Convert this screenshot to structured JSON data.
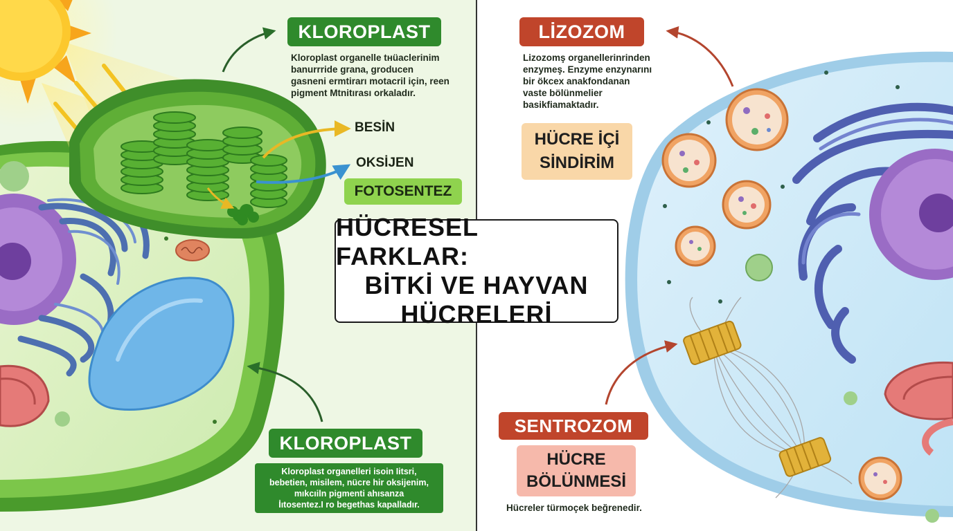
{
  "title": {
    "line1": "HÜCRESEL FARKLAR:",
    "line2": "BİTKİ VE HAYVAN",
    "line3": "HÜCRELERİ"
  },
  "plant": {
    "top_tag": "KLOROPLAST",
    "top_desc": [
      "Kloroplast organelle tнüaclerinim",
      "banurrride grana, groducen",
      "gasneni ermtirarı motacril için, reen",
      "pigment Mtnitırası orkaladır."
    ],
    "besin": "BESİN",
    "oksijen": "OKSİJEN",
    "fotosentez": "FOTOSENTEZ",
    "bottom_tag": "KLOROPLAST",
    "bottom_desc": [
      "Kloroplast organelleri isoin Iitsri,",
      "bebetien, misilem, nücre hir oksijenim,",
      "mıkcıiln pigmenti ahısanza",
      "İıtosentez.I ro begethas kapalladır."
    ]
  },
  "animal": {
    "lizozom_tag": "LİZOZOM",
    "lizozom_desc": [
      "Lizozomş organellerinrinden",
      "enzymeş. Enzyme enzynarını",
      "bir ökcex anakfondanan",
      "vaste bölünmelier",
      "basikfiamaktadır."
    ],
    "sindirim_line1": "HÜCRE İÇİ",
    "sindirim_line2": "SİNDİRİM",
    "sentrozom_tag": "SENTROZOM",
    "bolunme_line1": "HÜCRE",
    "bolunme_line2": "BÖLÜNMESİ",
    "footer": "Hücreler türmoçek beğrenedir."
  },
  "colors": {
    "plant_bg": "#eef7e4",
    "animal_bg": "#ffffff",
    "plant_tag": "#2f8a2c",
    "animal_tag": "#c0452b",
    "fotosentez_box": "#8fd34e",
    "sindirim_box": "#f9d7a8",
    "bolunme_box": "#f6b9ab"
  },
  "icons": [
    "sun-icon",
    "arrow-icon"
  ]
}
